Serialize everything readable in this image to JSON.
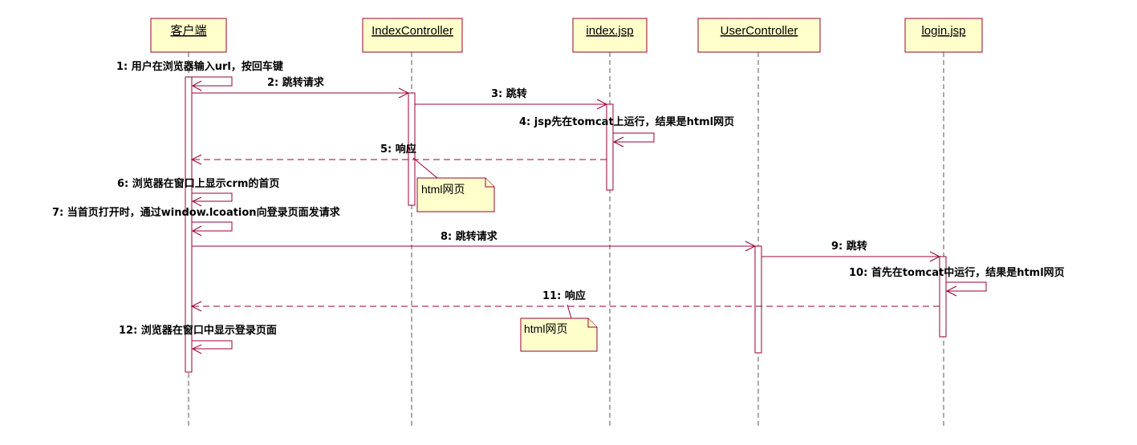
{
  "objects": {
    "client": "客户端",
    "index_controller": "IndexController",
    "index_jsp": "index.jsp",
    "user_controller": "UserController",
    "login_jsp": "login.jsp"
  },
  "messages": {
    "m1": "1: 用户在浏览器输入url，按回车键",
    "m2": "2: 跳转请求",
    "m3": "3: 跳转",
    "m4": "4: jsp先在tomcat上运行，结果是html网页",
    "m5": "5: 响应",
    "m6": "6: 浏览器在窗口上显示crm的首页",
    "m7": "7: 当首页打开时，通过window.lcoation向登录页面发请求",
    "m8": "8: 跳转请求",
    "m9": "9: 跳转",
    "m10": "10: 首先在tomcat中运行，结果是html网页",
    "m11": "11: 响应",
    "m12": "12: 浏览器在窗口中显示登录页面"
  },
  "notes": {
    "n1": "html网页",
    "n2": "html网页"
  },
  "colors": {
    "object_fill": "#ffffcc",
    "line": "#990033"
  }
}
